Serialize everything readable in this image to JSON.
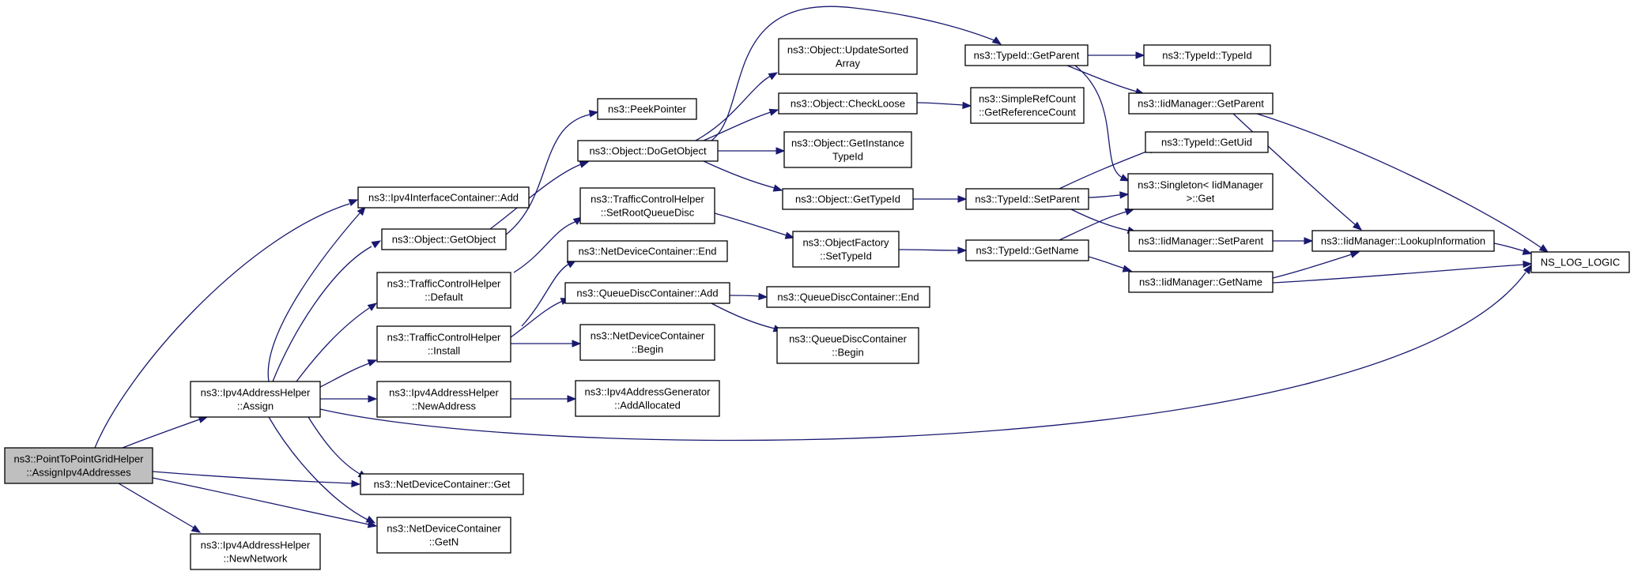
{
  "diagram": {
    "type": "call-graph",
    "colors": {
      "edge": "#191970",
      "node_border": "#000000",
      "node_fill": "#ffffff",
      "root_fill": "#bfbfbf"
    },
    "nodes": [
      {
        "id": "root",
        "lines": [
          "ns3::PointToPointGridHelper",
          "::AssignIpv4Addresses"
        ],
        "root": true
      },
      {
        "id": "assign",
        "lines": [
          "ns3::Ipv4AddressHelper",
          "::Assign"
        ]
      },
      {
        "id": "newnetwork",
        "lines": [
          "ns3::Ipv4AddressHelper",
          "::NewNetwork"
        ]
      },
      {
        "id": "ifc_add",
        "lines": [
          "ns3::Ipv4InterfaceContainer::Add"
        ]
      },
      {
        "id": "getobject",
        "lines": [
          "ns3::Object::GetObject"
        ]
      },
      {
        "id": "tch_default",
        "lines": [
          "ns3::TrafficControlHelper",
          "::Default"
        ]
      },
      {
        "id": "tch_install",
        "lines": [
          "ns3::TrafficControlHelper",
          "::Install"
        ]
      },
      {
        "id": "newaddress",
        "lines": [
          "ns3::Ipv4AddressHelper",
          "::NewAddress"
        ]
      },
      {
        "id": "ndc_get",
        "lines": [
          "ns3::NetDeviceContainer::Get"
        ]
      },
      {
        "id": "ndc_getn",
        "lines": [
          "ns3::NetDeviceContainer",
          "::GetN"
        ]
      },
      {
        "id": "peekpointer",
        "lines": [
          "ns3::PeekPointer"
        ]
      },
      {
        "id": "dogetobject",
        "lines": [
          "ns3::Object::DoGetObject"
        ]
      },
      {
        "id": "tch_setroot",
        "lines": [
          "ns3::TrafficControlHelper",
          "::SetRootQueueDisc"
        ]
      },
      {
        "id": "ndc_end",
        "lines": [
          "ns3::NetDeviceContainer::End"
        ]
      },
      {
        "id": "qdc_add",
        "lines": [
          "ns3::QueueDiscContainer::Add"
        ]
      },
      {
        "id": "ndc_begin",
        "lines": [
          "ns3::NetDeviceContainer",
          "::Begin"
        ]
      },
      {
        "id": "addrgen",
        "lines": [
          "ns3::Ipv4AddressGenerator",
          "::AddAllocated"
        ]
      },
      {
        "id": "updatesorted",
        "lines": [
          "ns3::Object::UpdateSorted",
          "Array"
        ]
      },
      {
        "id": "checkloose",
        "lines": [
          "ns3::Object::CheckLoose"
        ]
      },
      {
        "id": "getinstancetypeid",
        "lines": [
          "ns3::Object::GetInstance",
          "TypeId"
        ]
      },
      {
        "id": "obj_gettypeid",
        "lines": [
          "ns3::Object::GetTypeId"
        ]
      },
      {
        "id": "of_settypeid",
        "lines": [
          "ns3::ObjectFactory",
          "::SetTypeId"
        ]
      },
      {
        "id": "qdc_end",
        "lines": [
          "ns3::QueueDiscContainer::End"
        ]
      },
      {
        "id": "qdc_begin",
        "lines": [
          "ns3::QueueDiscContainer",
          "::Begin"
        ]
      },
      {
        "id": "tid_getparent",
        "lines": [
          "ns3::TypeId::GetParent"
        ]
      },
      {
        "id": "getrefcount",
        "lines": [
          "ns3::SimpleRefCount",
          "::GetReferenceCount"
        ]
      },
      {
        "id": "tid_setparent",
        "lines": [
          "ns3::TypeId::SetParent"
        ]
      },
      {
        "id": "tid_getname",
        "lines": [
          "ns3::TypeId::GetName"
        ]
      },
      {
        "id": "tid_typeid",
        "lines": [
          "ns3::TypeId::TypeId"
        ]
      },
      {
        "id": "iid_getparent",
        "lines": [
          "ns3::IidManager::GetParent"
        ]
      },
      {
        "id": "tid_getuid",
        "lines": [
          "ns3::TypeId::GetUid"
        ]
      },
      {
        "id": "singleton_get",
        "lines": [
          "ns3::Singleton< IidManager",
          " >::Get"
        ]
      },
      {
        "id": "iid_setparent",
        "lines": [
          "ns3::IidManager::SetParent"
        ]
      },
      {
        "id": "iid_getname",
        "lines": [
          "ns3::IidManager::GetName"
        ]
      },
      {
        "id": "iid_lookup",
        "lines": [
          "ns3::IidManager::LookupInformation"
        ]
      },
      {
        "id": "ns_log_logic",
        "lines": [
          "NS_LOG_LOGIC"
        ]
      }
    ],
    "edges": [
      [
        "root",
        "assign"
      ],
      [
        "root",
        "ifc_add"
      ],
      [
        "root",
        "ndc_get"
      ],
      [
        "root",
        "ndc_getn"
      ],
      [
        "root",
        "newnetwork"
      ],
      [
        "assign",
        "ifc_add"
      ],
      [
        "assign",
        "getobject"
      ],
      [
        "assign",
        "tch_default"
      ],
      [
        "assign",
        "tch_install"
      ],
      [
        "assign",
        "newaddress"
      ],
      [
        "assign",
        "ndc_get"
      ],
      [
        "assign",
        "ndc_getn"
      ],
      [
        "assign",
        "ns_log_logic"
      ],
      [
        "getobject",
        "peekpointer"
      ],
      [
        "getobject",
        "dogetobject"
      ],
      [
        "tch_default",
        "tch_setroot"
      ],
      [
        "tch_install",
        "ndc_end"
      ],
      [
        "tch_install",
        "qdc_add"
      ],
      [
        "tch_install",
        "ndc_begin"
      ],
      [
        "newaddress",
        "addrgen"
      ],
      [
        "dogetobject",
        "updatesorted"
      ],
      [
        "dogetobject",
        "checkloose"
      ],
      [
        "dogetobject",
        "getinstancetypeid"
      ],
      [
        "dogetobject",
        "obj_gettypeid"
      ],
      [
        "dogetobject",
        "tid_getparent"
      ],
      [
        "tch_setroot",
        "of_settypeid"
      ],
      [
        "qdc_add",
        "qdc_end"
      ],
      [
        "qdc_add",
        "qdc_begin"
      ],
      [
        "checkloose",
        "getrefcount"
      ],
      [
        "obj_gettypeid",
        "tid_setparent"
      ],
      [
        "of_settypeid",
        "tid_getname"
      ],
      [
        "tid_getparent",
        "tid_typeid"
      ],
      [
        "tid_getparent",
        "iid_getparent"
      ],
      [
        "tid_getparent",
        "singleton_get"
      ],
      [
        "tid_setparent",
        "tid_getuid"
      ],
      [
        "tid_setparent",
        "singleton_get"
      ],
      [
        "tid_setparent",
        "iid_setparent"
      ],
      [
        "tid_getname",
        "singleton_get"
      ],
      [
        "tid_getname",
        "iid_getname"
      ],
      [
        "iid_getparent",
        "iid_lookup"
      ],
      [
        "iid_getparent",
        "ns_log_logic"
      ],
      [
        "iid_setparent",
        "iid_lookup"
      ],
      [
        "iid_getname",
        "iid_lookup"
      ],
      [
        "iid_getname",
        "ns_log_logic"
      ],
      [
        "iid_lookup",
        "ns_log_logic"
      ]
    ]
  }
}
